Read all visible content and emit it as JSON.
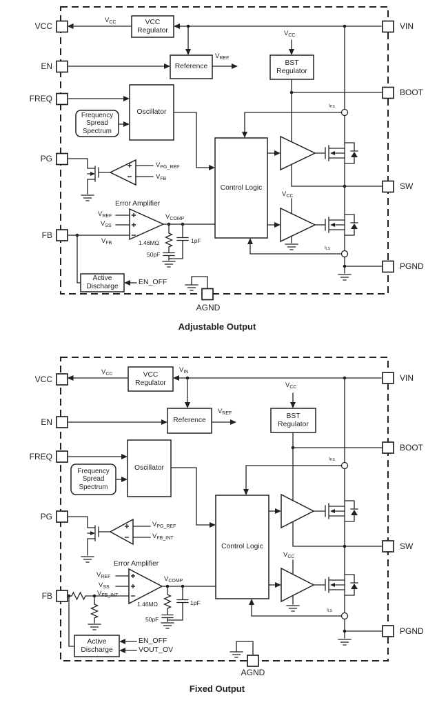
{
  "palette": {
    "ink": "#212121",
    "bg": "#ffffff"
  },
  "diagrams": [
    {
      "caption": "Adjustable Output",
      "pins": {
        "vcc": "VCC",
        "en": "EN",
        "freq": "FREQ",
        "pg": "PG",
        "fb": "FB",
        "vin": "VIN",
        "boot": "BOOT",
        "sw": "SW",
        "pgnd": "PGND",
        "agnd": "AGND"
      },
      "blocks": {
        "vcc_reg_l1": "VCC",
        "vcc_reg_l2": "Regulator",
        "reference": "Reference",
        "oscillator": "Oscillator",
        "fss_l1": "Frequency",
        "fss_l2": "Spread",
        "fss_l3": "Spectrum",
        "control_logic": "Control Logic",
        "bst_l1": "BST",
        "bst_l2": "Regulator",
        "ad_l1": "Active",
        "ad_l2": "Discharge",
        "ea_title": "Error Amplifier"
      },
      "signals": {
        "vcc_out": {
          "b": "V",
          "s": "CC"
        },
        "vref_out": {
          "b": "V",
          "s": "REF"
        },
        "bst_vcc": {
          "b": "V",
          "s": "CC"
        },
        "drv_vcc": {
          "b": "V",
          "s": "CC"
        },
        "i_hs": {
          "b": "I",
          "s": "HS"
        },
        "i_ls": {
          "b": "I",
          "s": "LS"
        },
        "pg_ref": {
          "b": "V",
          "s": "PG_REF"
        },
        "pg_fb": {
          "b": "V",
          "s": "FB"
        },
        "ea_in1": {
          "b": "V",
          "s": "REF"
        },
        "ea_in2": {
          "b": "V",
          "s": "SS"
        },
        "ea_in3": {
          "b": "V",
          "s": "FB"
        },
        "vcomp": {
          "b": "V",
          "s": "COMP"
        },
        "r_comp": "1.46MΩ",
        "c_comp": "50pF",
        "c_ff": "1pF",
        "en_off": "EN_OFF"
      }
    },
    {
      "caption": "Fixed Output",
      "pins": {
        "vcc": "VCC",
        "en": "EN",
        "freq": "FREQ",
        "pg": "PG",
        "fb": "FB",
        "vin": "VIN",
        "boot": "BOOT",
        "sw": "SW",
        "pgnd": "PGND",
        "agnd": "AGND"
      },
      "blocks": {
        "vcc_reg_l1": "VCC",
        "vcc_reg_l2": "Regulator",
        "reference": "Reference",
        "oscillator": "Oscillator",
        "fss_l1": "Frequency",
        "fss_l2": "Spread",
        "fss_l3": "Spectrum",
        "control_logic": "Control Logic",
        "bst_l1": "BST",
        "bst_l2": "Regulator",
        "ad_l1": "Active",
        "ad_l2": "Discharge",
        "ea_title": "Error Amplifier"
      },
      "signals": {
        "vcc_out": {
          "b": "V",
          "s": "CC"
        },
        "vin_node": {
          "b": "V",
          "s": "IN"
        },
        "vref_out": {
          "b": "V",
          "s": "REF"
        },
        "bst_vcc": {
          "b": "V",
          "s": "CC"
        },
        "drv_vcc": {
          "b": "V",
          "s": "CC"
        },
        "i_hs": {
          "b": "I",
          "s": "HS"
        },
        "i_ls": {
          "b": "I",
          "s": "LS"
        },
        "pg_ref": {
          "b": "V",
          "s": "PG_REF"
        },
        "pg_fb": {
          "b": "V",
          "s": "FB_INT"
        },
        "ea_in1": {
          "b": "V",
          "s": "REF"
        },
        "ea_in2": {
          "b": "V",
          "s": "SS"
        },
        "ea_in3": {
          "b": "V",
          "s": "FB_INT"
        },
        "vcomp": {
          "b": "V",
          "s": "COMP"
        },
        "r_comp": "1.46MΩ",
        "c_comp": "50pF",
        "c_ff": "1pF",
        "en_off": "EN_OFF",
        "vout_ov": "VOUT_OV"
      }
    }
  ]
}
